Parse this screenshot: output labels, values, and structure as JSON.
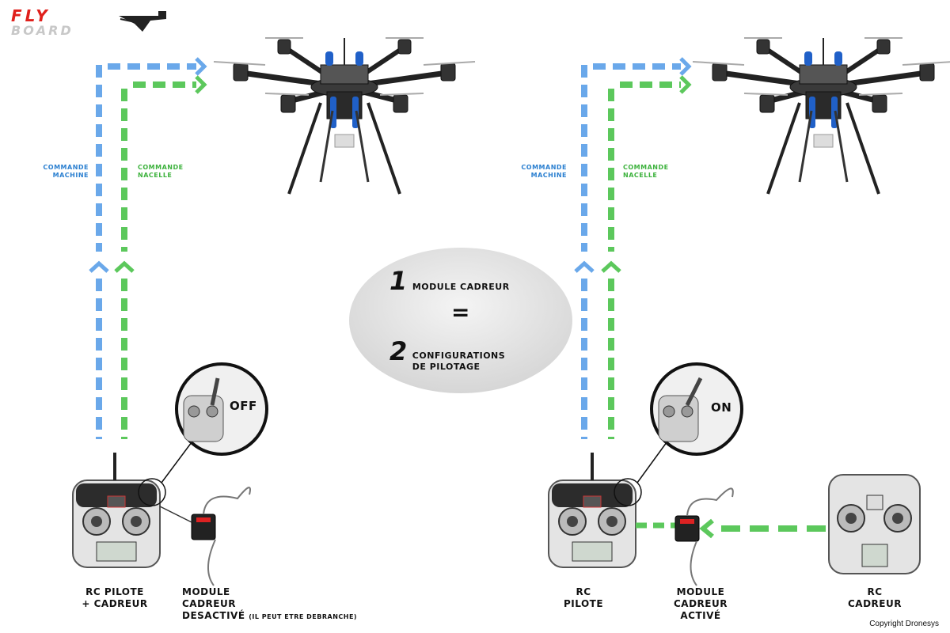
{
  "logo": {
    "line1": "FLY",
    "line2": "BOARD"
  },
  "left": {
    "cmd_machine": [
      "COMMANDE",
      "MACHINE"
    ],
    "cmd_nacelle": [
      "COMMANDE",
      "NACELLE"
    ],
    "switch_state": "OFF",
    "rc_caption": [
      "RC PILOTE",
      "+ CADREUR"
    ],
    "module_caption": [
      "MODULE",
      "CADREUR",
      "DESACTIVÉ"
    ],
    "module_note": "(IL PEUT ETRE DEBRANCHE)"
  },
  "right": {
    "cmd_machine": [
      "COMMANDE",
      "MACHINE"
    ],
    "cmd_nacelle": [
      "COMMANDE",
      "NACELLE"
    ],
    "switch_state": "ON",
    "rc_pilote_caption": [
      "RC",
      "PILOTE"
    ],
    "module_caption": [
      "MODULE",
      "CADREUR",
      "ACTIVÉ"
    ],
    "rc_cadreur_caption": [
      "RC",
      "CADREUR"
    ]
  },
  "center": {
    "num1": "1",
    "text1": "MODULE CADREUR",
    "equals": "=",
    "num2": "2",
    "text2": [
      "CONFIGURATIONS",
      "DE PILOTAGE"
    ]
  },
  "colors": {
    "blue": "#6aa8ea",
    "green": "#5cc85c",
    "logo_red": "#e0201c"
  },
  "copyright": "Copyright Dronesys"
}
